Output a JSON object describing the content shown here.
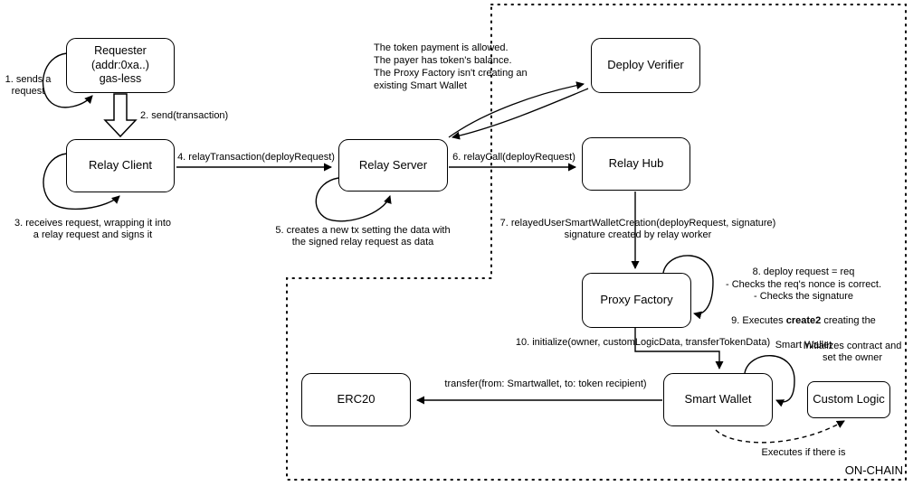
{
  "diagram": {
    "boxes": {
      "requester": "Requester\n(addr:0xa..)\ngas-less",
      "relay_client": "Relay Client",
      "relay_server": "Relay Server",
      "deploy_verifier": "Deploy Verifier",
      "relay_hub": "Relay Hub",
      "proxy_factory": "Proxy Factory",
      "smart_wallet": "Smart Wallet",
      "erc20": "ERC20",
      "custom_logic": "Custom Logic"
    },
    "labels": {
      "step1": "1. sends a\nrequest",
      "step2": "2. send(transaction)",
      "step3": "3. receives request, wrapping it into\na relay request and signs it",
      "step4": "4. relayTransaction(deployRequest)",
      "step5": "5. creates a new tx setting the data with\nthe signed relay request as data",
      "step6": "6. relayCall(deployRequest)",
      "step7": "7. relayedUserSmartWalletCreation(deployRequest, signature)\nsignature created by relay worker",
      "step8_9": {
        "lines123": "8. deploy request = req\n- Checks the req's nonce is correct.\n- Checks the signature",
        "line4_pre": "9. Executes ",
        "line4_bold": "create2",
        "line4_post": " creating the",
        "line5": "Smart Wallet"
      },
      "step10": "10. initialize(owner, customLogicData, transferTokenData)",
      "transfer": "transfer(from: Smartwallet, to: token recipient)",
      "verifier_note": "The token payment is allowed.\nThe payer has token's balance.\nThe Proxy Factory isn't creating an\nexisting Smart Wallet",
      "custom_logic_note": "Initializes contract and\nset the owner",
      "executes_note": "Executes if there is",
      "onchain": "ON-CHAIN"
    },
    "colors": {
      "stroke": "#000000",
      "background": "#ffffff"
    }
  }
}
